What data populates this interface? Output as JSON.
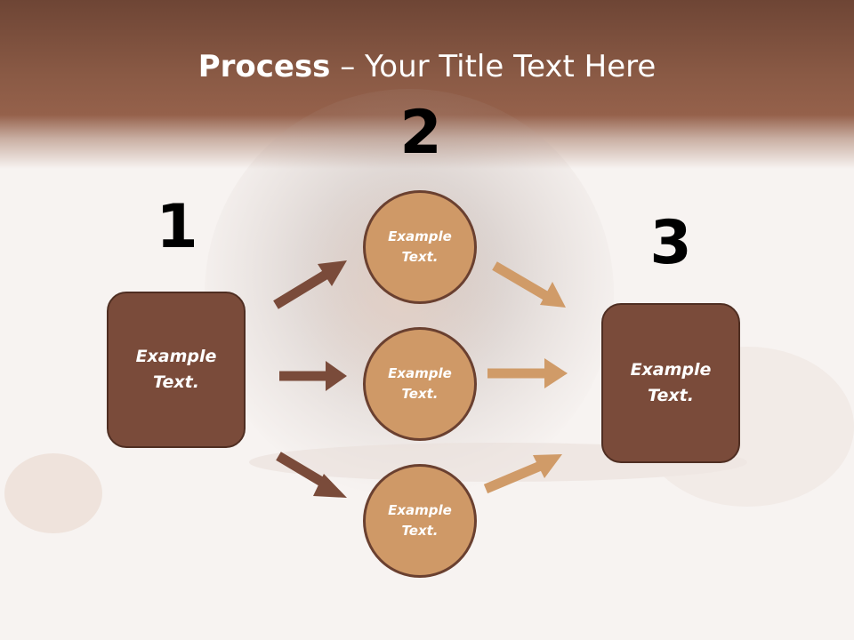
{
  "slide": {
    "title_bold": "Process",
    "title_rest": " – Your Title Text Here"
  },
  "steps": {
    "step1_number": "1",
    "step2_number": "2",
    "step3_number": "3"
  },
  "left_box": {
    "text": "Example Text."
  },
  "circles": [
    {
      "text": "Example Text."
    },
    {
      "text": "Example Text."
    },
    {
      "text": "Example Text."
    }
  ],
  "right_box": {
    "text": "Example Text."
  },
  "colors": {
    "header_brown": "#8a5a45",
    "box_brown": "#7a4b3a",
    "circle_tan": "#cf9967",
    "arrow_dark": "#7a4b3a",
    "arrow_light": "#d09b68"
  }
}
